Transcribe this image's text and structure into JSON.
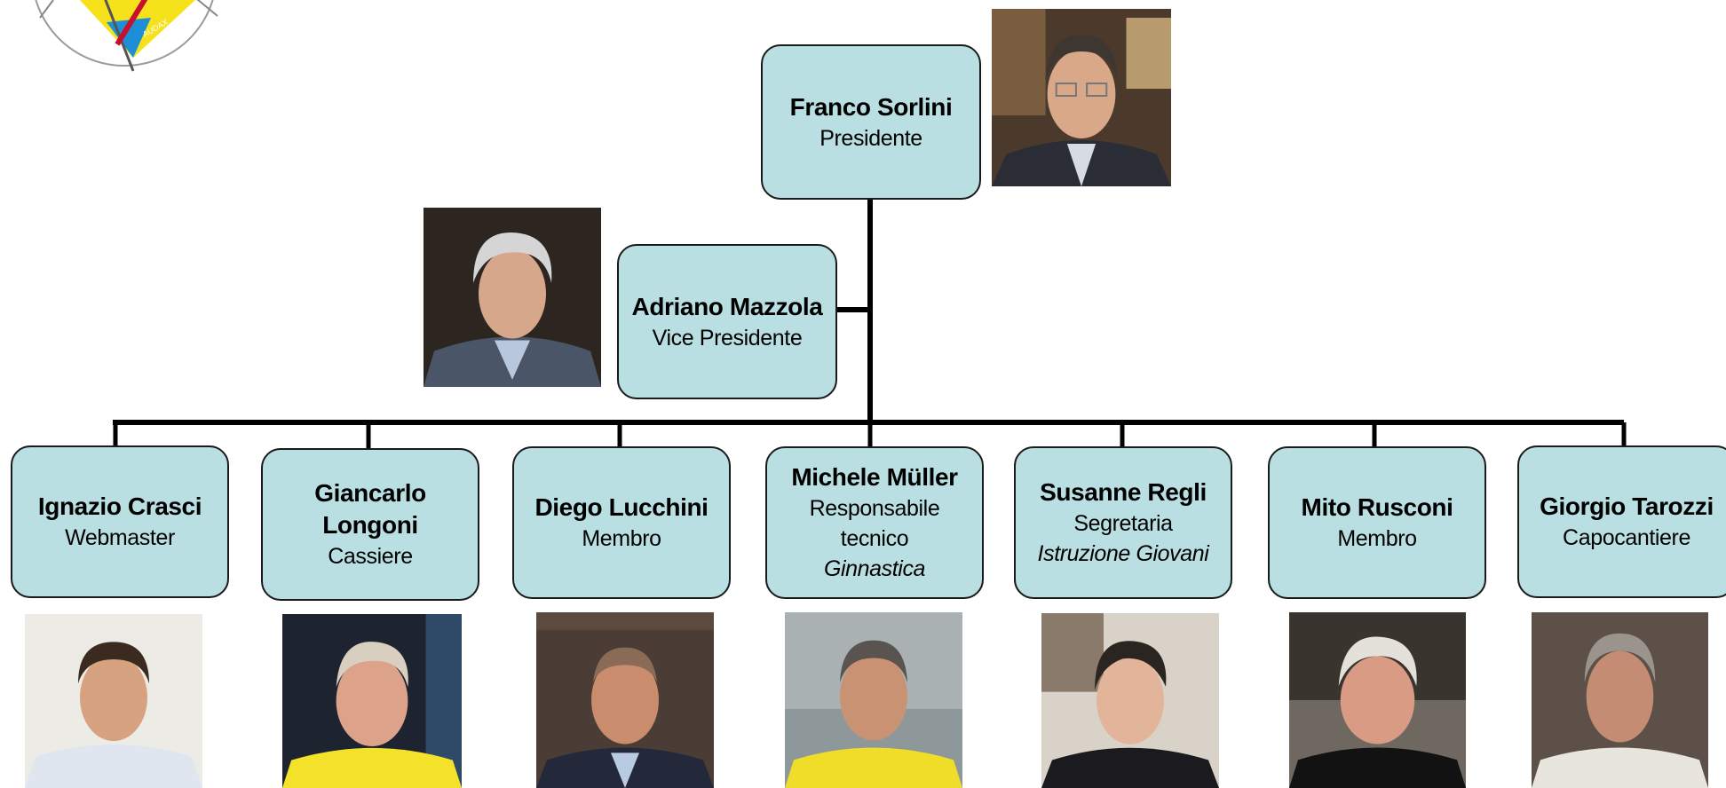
{
  "logo": {
    "text": "AUDAX"
  },
  "president": {
    "name": "Franco Sorlini",
    "role": "Presidente"
  },
  "vice_president": {
    "name": "Adriano Mazzola",
    "role": "Vice Presidente"
  },
  "members": [
    {
      "name": "Ignazio Crasci",
      "role": "Webmaster",
      "role2": ""
    },
    {
      "name": "Giancarlo Longoni",
      "role": "Cassiere",
      "role2": ""
    },
    {
      "name": "Diego Lucchini",
      "role": "Membro",
      "role2": ""
    },
    {
      "name": "Michele Müller",
      "role": "Responsabile tecnico",
      "role2": "Ginnastica"
    },
    {
      "name": "Susanne Regli",
      "role": "Segretaria",
      "role2": "Istruzione Giovani"
    },
    {
      "name": "Mito Rusconi",
      "role": "Membro",
      "role2": ""
    },
    {
      "name": "Giorgio Tarozzi",
      "role": "Capocantiere",
      "role2": ""
    }
  ],
  "colors": {
    "box_fill": "#b9dfe3",
    "line": "#000000",
    "logo_yellow": "#f5e21b",
    "logo_blue": "#1e8fd6",
    "logo_red": "#c8102e"
  }
}
